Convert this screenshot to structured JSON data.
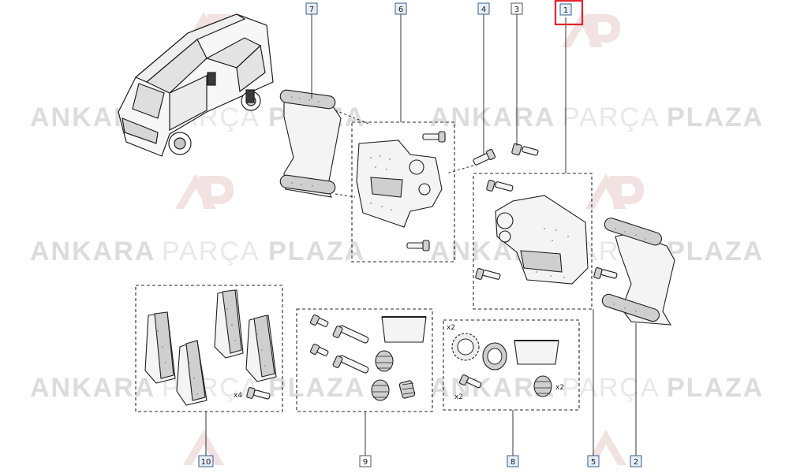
{
  "watermark": {
    "brand_bold": "ANKARA",
    "brand_light": "PARÇA",
    "brand_bold2": "PLAZA",
    "logo_initials": "AP",
    "color_dark": "#d9d9d9",
    "color_light": "#ececec",
    "logo_color": "#f0dede"
  },
  "callouts": {
    "c7": "7",
    "c6": "6",
    "c4": "4",
    "c3": "3",
    "c1": "1",
    "c10": "10",
    "c9": "9",
    "c8": "8",
    "c5": "5",
    "c2": "2"
  },
  "quantities": {
    "pad_bolts": "x4",
    "seal_kit_ring": "x2",
    "seal_kit_bolt": "x2",
    "seal_kit_boot": "x2"
  },
  "colors": {
    "highlight": "#e0242b",
    "callout_fill": "#e6eef8",
    "callout_border": "#3a5f8f"
  }
}
